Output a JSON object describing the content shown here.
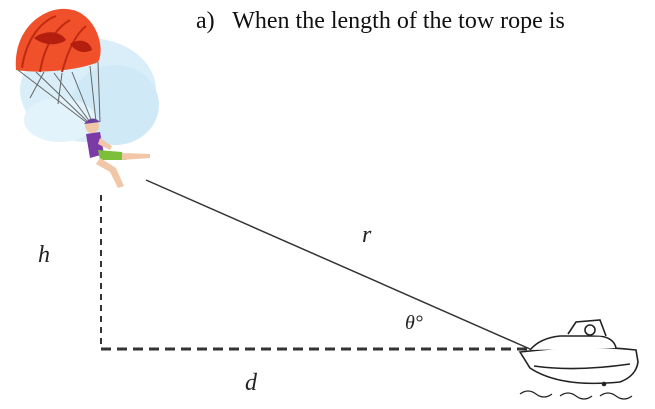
{
  "question": {
    "label": "a)",
    "text": "When the length of the tow rope is"
  },
  "diagram": {
    "labels": {
      "height": "h",
      "rope": "r",
      "angle": "θ°",
      "distance": "d"
    },
    "icons": [
      "parasailer-icon",
      "parachute-icon",
      "speedboat-icon"
    ],
    "colors": {
      "parachute_orange": "#f0502a",
      "parachute_dark": "#b41e0f",
      "sky_glow": "#cfe9f6",
      "rope": "#333333",
      "dashed_lines": "#333333"
    }
  }
}
